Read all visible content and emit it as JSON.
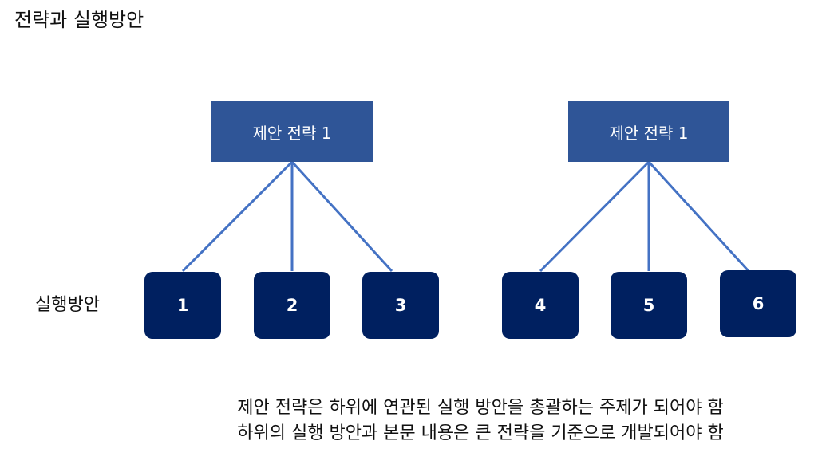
{
  "title": "전략과 실행방안",
  "groups": [
    {
      "strategy_label": "제안 전략 1",
      "actions": [
        "1",
        "2",
        "3"
      ]
    },
    {
      "strategy_label": "제안 전략 1",
      "actions": [
        "4",
        "5",
        "6"
      ]
    }
  ],
  "row_label": "실행방안",
  "description": [
    "제안 전략은 하위에 연관된 실행 방안을 총괄하는 주제가 되어야 함",
    "하위의 실행 방안과 본문 내용은 큰 전략을 기준으로 개발되어야 함"
  ],
  "colors": {
    "strategy_fill": "#2f5597",
    "action_fill": "#002060",
    "connector": "#4472c4"
  }
}
